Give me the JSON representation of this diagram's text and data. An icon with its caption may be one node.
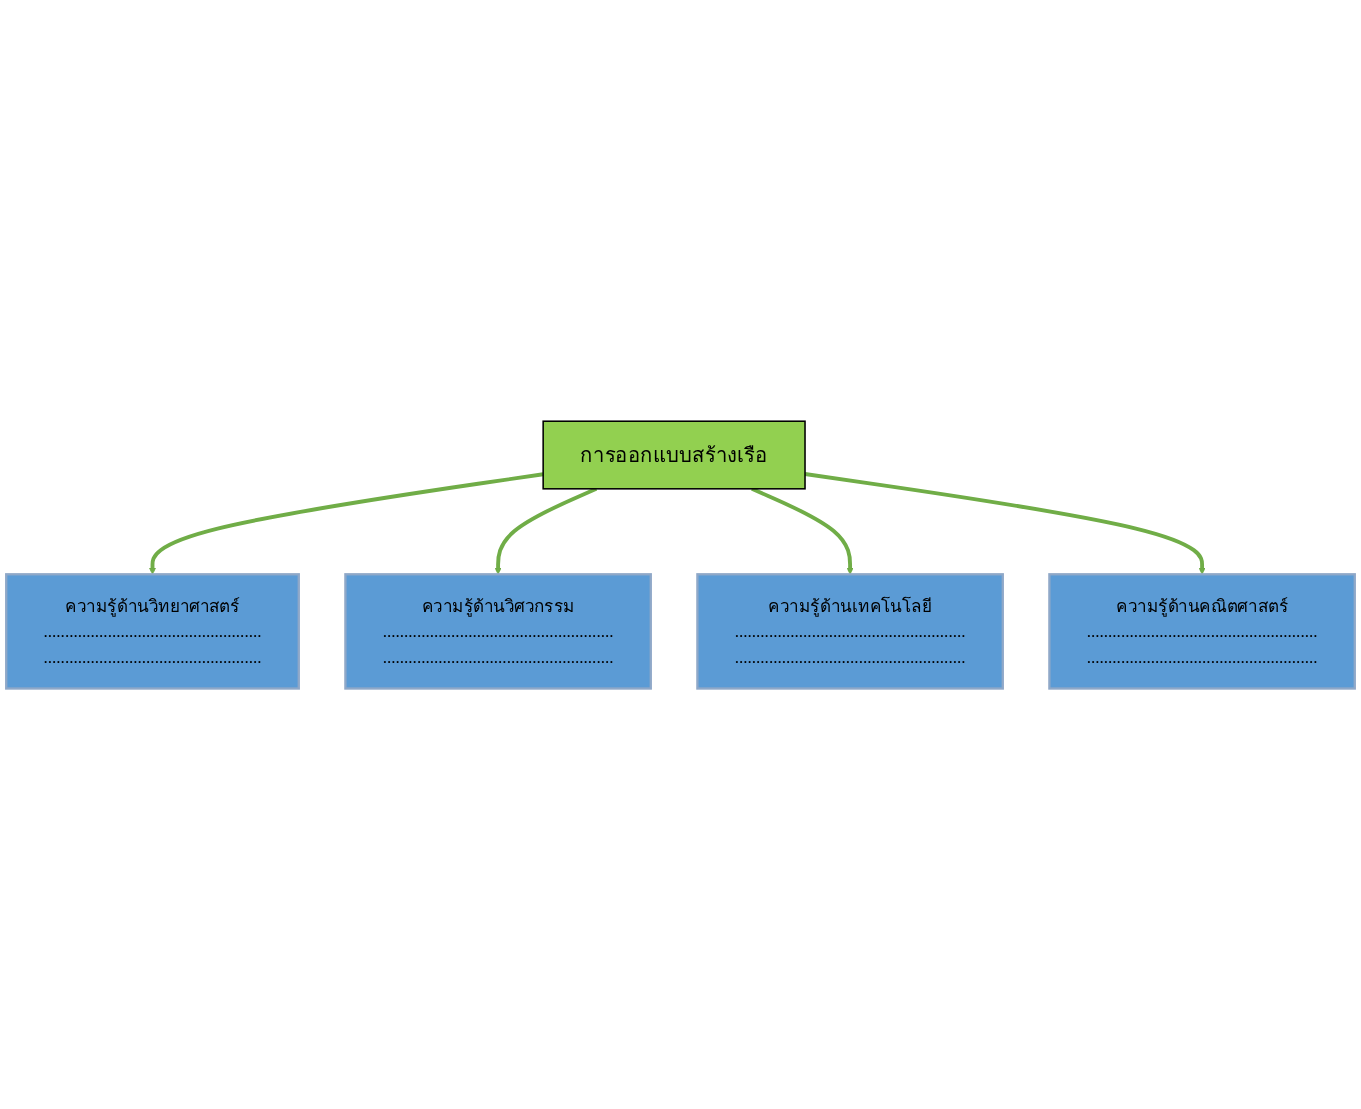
{
  "diagram": {
    "nodes": [
      {
        "text": [
          "ความรู้ด้านวิทยาศาสตร์",
          "...................................................",
          "..................................................."
        ]
      },
      {
        "text": [
          "ความรู้ด้านวิศวกรรม",
          "......................................................",
          "......................................................"
        ]
      },
      {
        "text": [
          "การออกแบบสร้างเรือ"
        ]
      },
      {
        "text": [
          "ความรู้ด้านเทคโนโลยี",
          "......................................................",
          "......................................................"
        ]
      },
      {
        "text": [
          "ความรู้ด้านคณิตศาสตร์",
          "......................................................",
          "......................................................"
        ]
      }
    ],
    "edges": [
      {
        "from": 2,
        "to": 0,
        "arrow": "to"
      },
      {
        "from": 2,
        "to": 1,
        "arrow": "to"
      },
      {
        "from": 2,
        "to": 3,
        "arrow": "to"
      },
      {
        "from": 2,
        "to": 4,
        "arrow": "to"
      }
    ]
  }
}
